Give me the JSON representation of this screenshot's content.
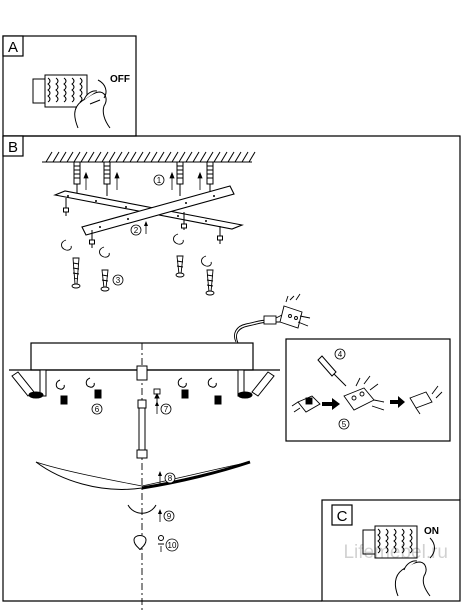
{
  "panels": {
    "a": {
      "letter": "A",
      "switch_label": "OFF"
    },
    "b": {
      "letter": "B"
    },
    "c": {
      "letter": "C",
      "switch_label": "ON"
    }
  },
  "steps": {
    "s1": "1",
    "s2": "2",
    "s3": "3",
    "s4": "4",
    "s5": "5",
    "s6": "6",
    "s7": "7",
    "s8": "8",
    "s9": "9",
    "s10": "10"
  },
  "watermark": "Lifemebel.ru"
}
